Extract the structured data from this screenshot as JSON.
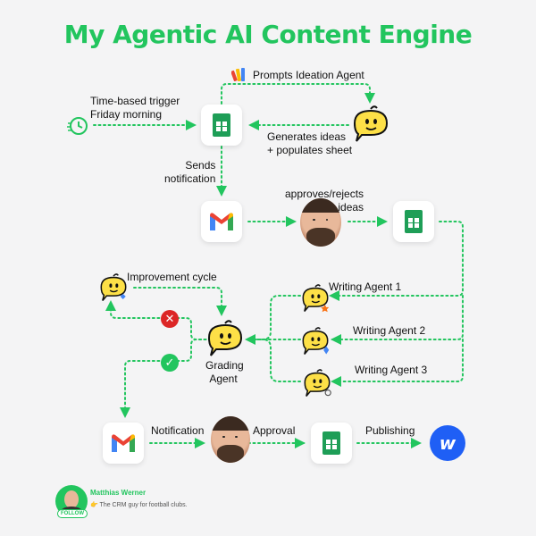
{
  "title": "My Agentic AI Content Engine",
  "labels": {
    "prompts": "Prompts Ideation Agent",
    "trigger_line1": "Time-based trigger",
    "trigger_line2": "Friday morning",
    "generates_line1": "Generates ideas",
    "generates_line2": "+ populates sheet",
    "sends_line1": "Sends",
    "sends_line2": "notification",
    "approves_line1": "approves/rejects",
    "approves_line2": "ideas",
    "improvement": "Improvement cycle",
    "writing1": "Writing Agent 1",
    "writing2": "Writing Agent 2",
    "writing3": "Writing Agent 3",
    "grading_line1": "Grading",
    "grading_line2": "Agent",
    "notification": "Notification",
    "approval": "Approval",
    "publishing": "Publishing"
  },
  "author": {
    "name": "Matthias Werner",
    "tagline": "The CRM guy for football clubs.",
    "follow": "FOLLOW"
  },
  "colors": {
    "accent": "#22c55e",
    "gmail_red": "#ea4335",
    "sheets_green": "#1e9e57",
    "webflow_blue": "#1f5ff5"
  }
}
